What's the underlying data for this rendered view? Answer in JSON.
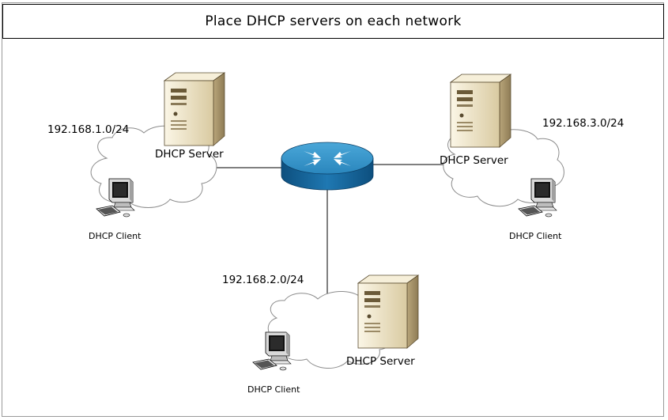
{
  "title": "Place DHCP servers on each network",
  "networks": [
    {
      "subnet": "192.168.1.0/24",
      "server_label": "DHCP Server",
      "client_label": "DHCP Client"
    },
    {
      "subnet": "192.168.3.0/24",
      "server_label": "DHCP Server",
      "client_label": "DHCP Client"
    },
    {
      "subnet": "192.168.2.0/24",
      "server_label": "DHCP Server",
      "client_label": "DHCP Client"
    }
  ],
  "colors": {
    "router_top": "#2f8fc4",
    "router_side": "#13639b",
    "cloud_stroke": "#8a8a8a",
    "server_body": "#e8dcc0",
    "link_line": "#000000"
  },
  "icons": [
    "router-icon",
    "server-icon",
    "client-computer-icon",
    "cloud-icon"
  ]
}
